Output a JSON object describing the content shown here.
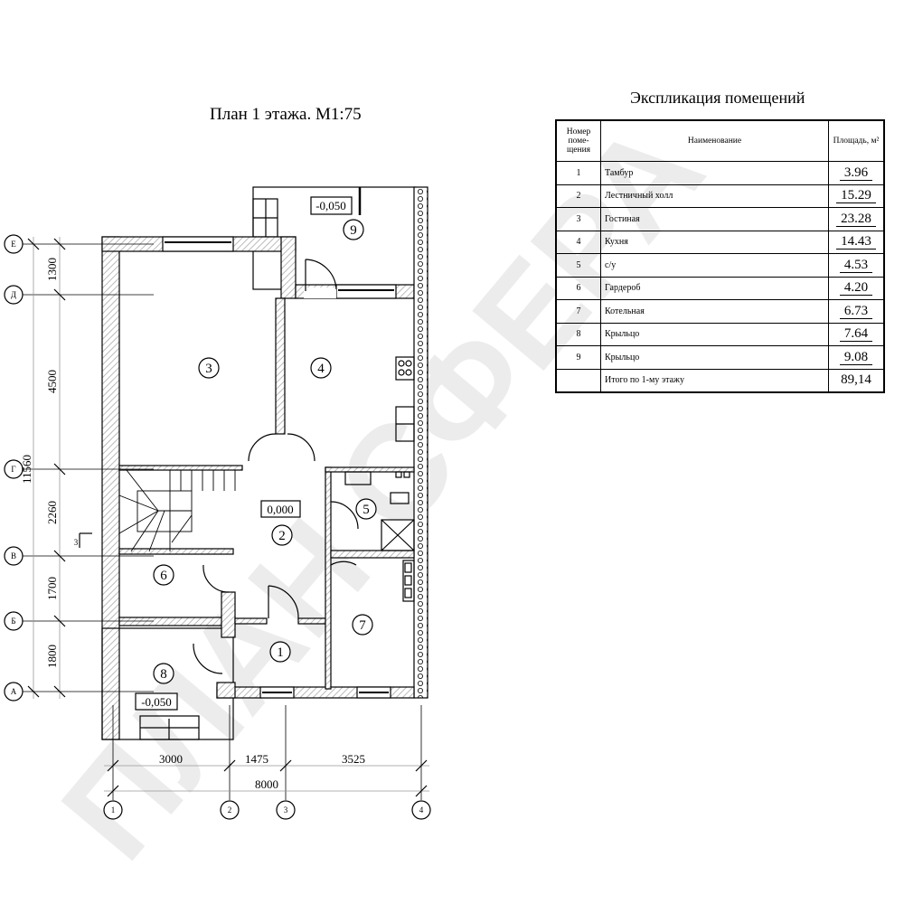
{
  "plan": {
    "title": "План 1 этажа. М1:75",
    "rooms": [
      "1",
      "2",
      "3",
      "4",
      "5",
      "6",
      "7",
      "8",
      "9"
    ],
    "levels": {
      "porch9": "-0,050",
      "hall": "0,000",
      "porch8": "-0,050"
    },
    "axes_letters": [
      "Е",
      "Д",
      "Г",
      "В",
      "Б",
      "А"
    ],
    "axes_numbers": [
      "1",
      "2",
      "3",
      "4"
    ],
    "dims_vertical": [
      "1300",
      "4500",
      "2260",
      "1700",
      "1800"
    ],
    "dim_total_vertical": "11560",
    "dims_horizontal": [
      "3000",
      "1475",
      "3525"
    ],
    "dim_total_horizontal": "8000",
    "section_mark": "3"
  },
  "explication": {
    "title": "Экспликация помещений",
    "headers": {
      "num": "Номер поме-щения",
      "name": "Наименование",
      "area": "Площадь, м²"
    },
    "rows": [
      {
        "num": "1",
        "name": "Тамбур",
        "area": "3.96"
      },
      {
        "num": "2",
        "name": "Лестничный холл",
        "area": "15.29"
      },
      {
        "num": "3",
        "name": "Гостиная",
        "area": "23.28"
      },
      {
        "num": "4",
        "name": "Кухня",
        "area": "14.43"
      },
      {
        "num": "5",
        "name": "с/у",
        "area": "4.53"
      },
      {
        "num": "6",
        "name": "Гардероб",
        "area": "4.20"
      },
      {
        "num": "7",
        "name": "Котельная",
        "area": "6.73"
      },
      {
        "num": "8",
        "name": "Крыльцо",
        "area": "7.64"
      },
      {
        "num": "9",
        "name": "Крыльцо",
        "area": "9.08"
      }
    ],
    "total": {
      "name": "Итого по 1-му этажу",
      "area": "89,14"
    }
  },
  "watermark": "ПЛАН СФЕРА"
}
